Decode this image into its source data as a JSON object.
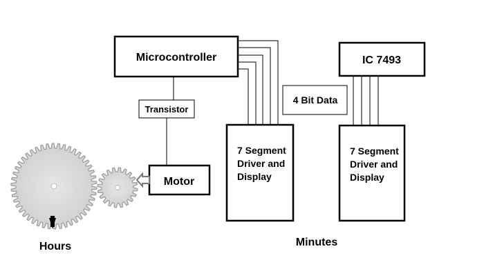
{
  "blocks": {
    "microcontroller": "Microcontroller",
    "ic": "IC 7493",
    "transistor": "Transistor",
    "motor": "Motor",
    "four_bit": "4 Bit Data",
    "display_left": [
      "7 Segment",
      "Driver and",
      "Display"
    ],
    "display_right": [
      "7 Segment",
      "Driver and",
      "Display"
    ]
  },
  "captions": {
    "hours": "Hours",
    "minutes": "Minutes"
  },
  "colors": {
    "gear_fill": "#d9d9d9",
    "gear_stroke": "#9a9a9a",
    "line": "#000000"
  }
}
